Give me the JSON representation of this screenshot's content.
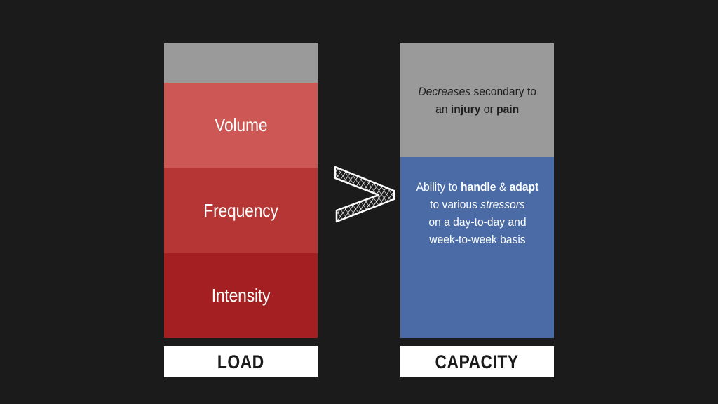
{
  "load": {
    "segments": [
      "Volume",
      "Frequency",
      "Intensity"
    ],
    "label": "LOAD"
  },
  "comparison_symbol": "greater-than",
  "capacity": {
    "top_text": {
      "italic": "Decreases",
      "mid1": " secondary to",
      "pre": "an ",
      "bold1": "injury",
      "mid2": " or ",
      "bold2": "pain"
    },
    "bottom_text": {
      "pre": "Ability to ",
      "bold1": "handle",
      "amp": " & ",
      "bold2": "adapt",
      "pre2": "to various ",
      "italic": "stressors",
      "line3": "on a day-to-day and",
      "line4": "week-to-week basis"
    },
    "label": "CAPACITY"
  },
  "colors": {
    "background": "#1b1b1c",
    "gray": "#9a9a9a",
    "volume": "#cd5755",
    "frequency": "#b53634",
    "intensity": "#a31f21",
    "capacity_blue": "#4a6ba6"
  }
}
